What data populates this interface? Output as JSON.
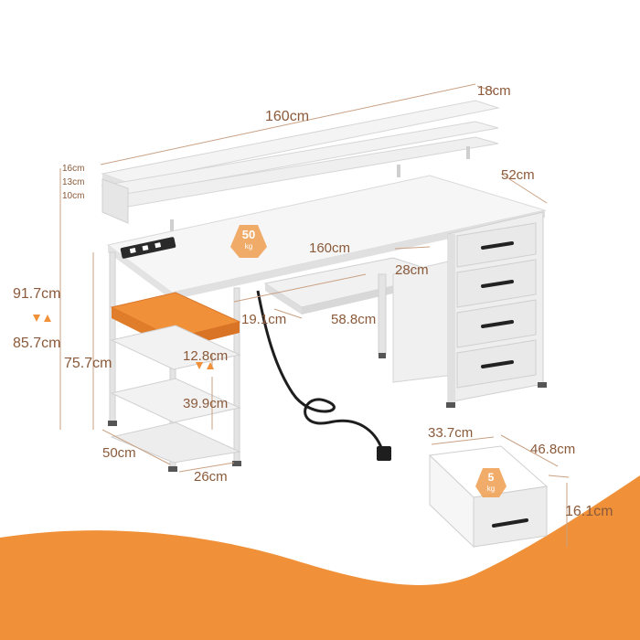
{
  "colors": {
    "accent_orange": "#f0913a",
    "dimension_text": "#8a5a3a",
    "dimension_line": "#c9a183",
    "desk_white": "#f2f2f2",
    "frame_white": "#e6e6e6",
    "drawer_gray": "#e9e9e9",
    "handle_black": "#222222",
    "weight_badge": "#f0a35a"
  },
  "dimensions": {
    "hutch_depth": "18cm",
    "top_width": "160cm",
    "hutch_gap_top": "16cm",
    "hutch_gap_mid": "13cm",
    "hutch_gap_bottom": "10cm",
    "desk_depth": "52cm",
    "desk_width": "160cm",
    "keyboard_tray_depth": "28cm",
    "total_height": "91.7cm",
    "total_height_low": "85.7cm",
    "desk_height": "75.7cm",
    "keyboard_tray_height": "19.1cm",
    "keyboard_tray_width": "58.8cm",
    "shelf_gap": "12.8cm",
    "shelf_gap_adjustable": "39.9cm",
    "shelf_depth": "50cm",
    "shelf_width": "26cm",
    "drawer_width": "33.7cm",
    "drawer_depth": "46.8cm",
    "drawer_height": "16.1cm"
  },
  "badges": {
    "desk_load_value": "50",
    "desk_load_unit": "kg",
    "drawer_load_value": "5",
    "drawer_load_unit": "kg"
  },
  "icons": [
    "weight-icon",
    "adjust-arrows-icon",
    "power-strip-icon",
    "plug-icon"
  ]
}
